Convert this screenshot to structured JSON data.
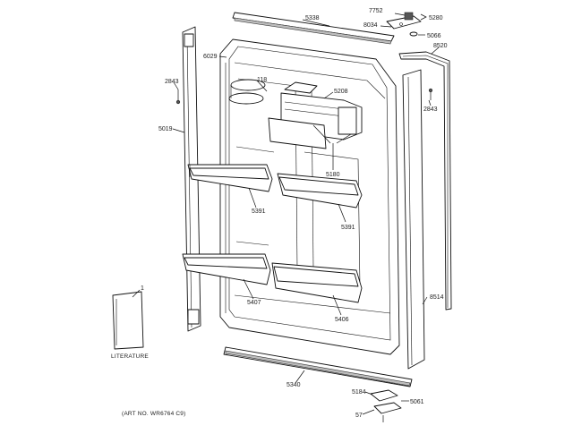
{
  "diagram": {
    "callouts": {
      "c5338": "5338",
      "c7752": "7752",
      "c5280": "5280",
      "c8034": "8034",
      "c5066": "5066",
      "c8520": "8520",
      "c6029": "6029",
      "c2843a": "2843",
      "c118": "118",
      "c5208": "5208",
      "c2843b": "2843",
      "c5019": "5019",
      "c5180": "5180",
      "c5391a": "5391",
      "c5391b": "5391",
      "c1": "1",
      "c5407": "5407",
      "c5406": "5406",
      "c8514": "8514",
      "c5340": "5340",
      "c5184": "5184",
      "c5061": "5061",
      "c57": "57"
    },
    "literature_label": "LITERATURE",
    "art_number": "(ART NO. WR6764 C9)"
  }
}
